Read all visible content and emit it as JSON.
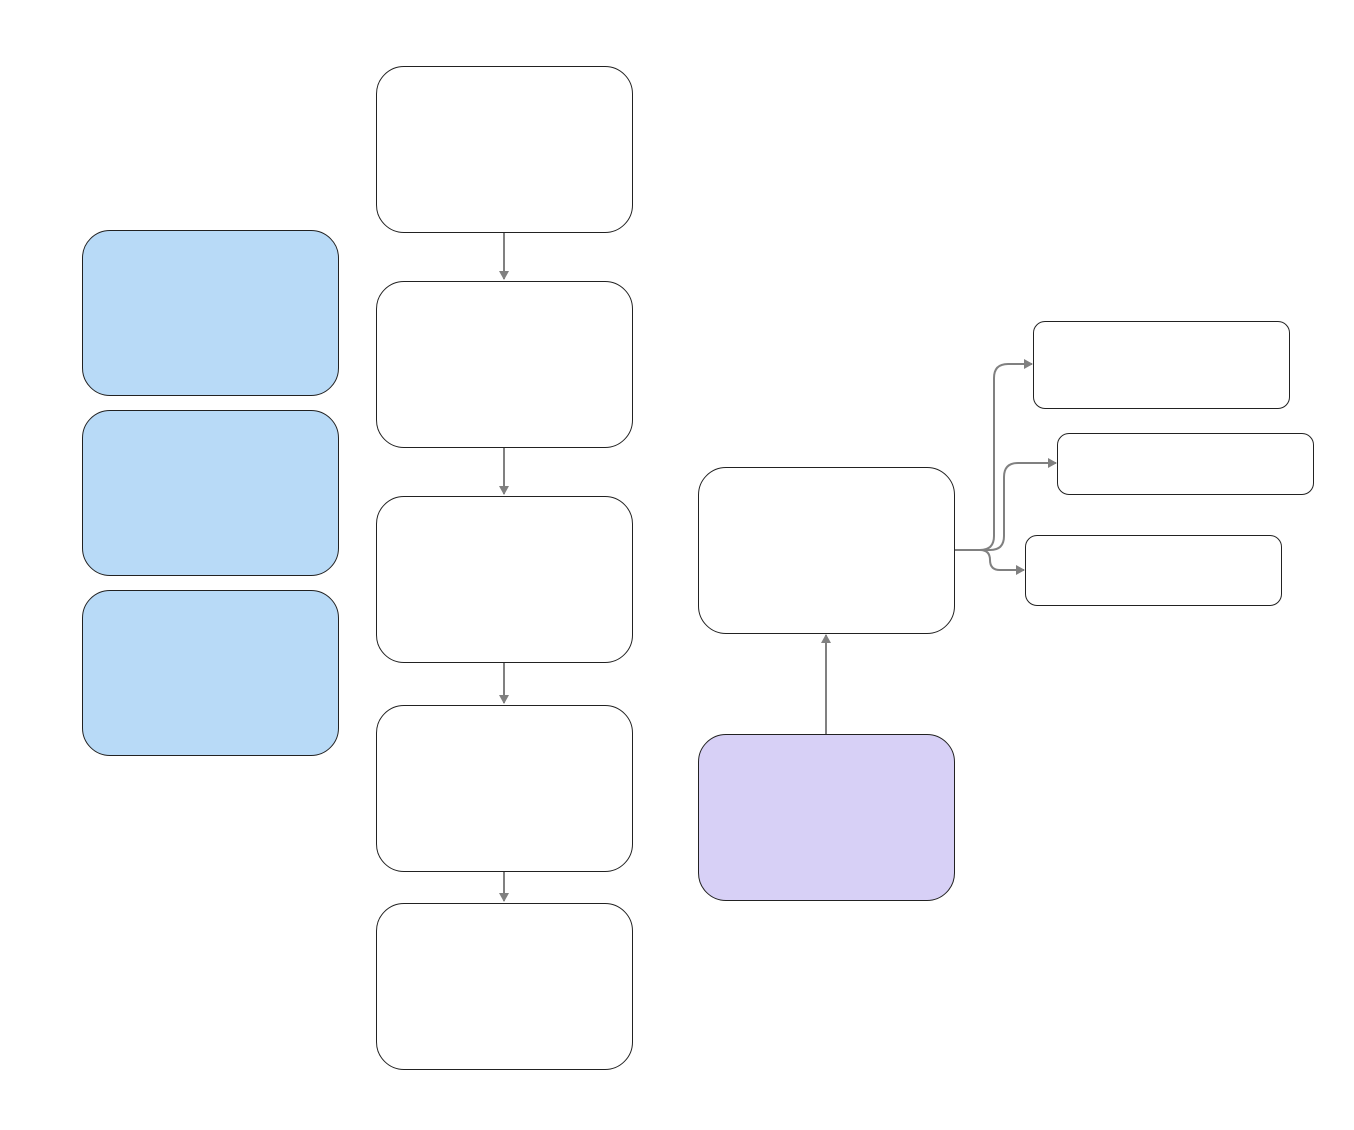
{
  "diagram": {
    "left_column": [
      {
        "id": "blue-1",
        "label": "",
        "fill": "#b8daf7"
      },
      {
        "id": "blue-2",
        "label": "",
        "fill": "#b8daf7"
      },
      {
        "id": "blue-3",
        "label": "",
        "fill": "#b8daf7"
      }
    ],
    "main_flow": [
      {
        "id": "step-1",
        "label": ""
      },
      {
        "id": "step-2",
        "label": ""
      },
      {
        "id": "step-3",
        "label": ""
      },
      {
        "id": "step-4",
        "label": ""
      },
      {
        "id": "step-5",
        "label": ""
      }
    ],
    "hub": {
      "id": "hub",
      "label": ""
    },
    "source": {
      "id": "source",
      "label": "",
      "fill": "#d7d0f6"
    },
    "outputs": [
      {
        "id": "out-1",
        "label": ""
      },
      {
        "id": "out-2",
        "label": ""
      },
      {
        "id": "out-3",
        "label": ""
      }
    ],
    "colors": {
      "edge": "#808080",
      "border": "#222222"
    }
  }
}
